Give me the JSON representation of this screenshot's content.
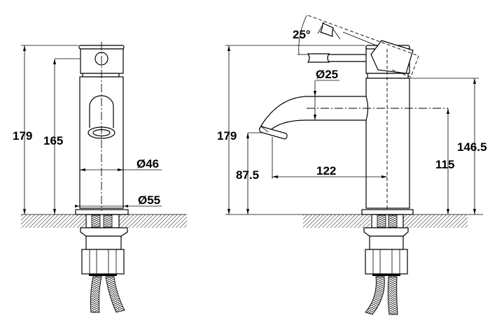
{
  "front_view": {
    "dim_total_height": "179",
    "dim_handle_height": "165",
    "dim_body_diameter": "Ø46",
    "dim_base_diameter": "Ø55"
  },
  "side_view": {
    "dim_total_height": "179",
    "dim_spout_outlet_height": "87.5",
    "dim_spout_diameter": "Ø25",
    "dim_spout_reach": "122",
    "dim_spout_axis_height": "115",
    "dim_body_height": "146.5",
    "dim_handle_angle": "25°"
  },
  "colors": {
    "line": "#000000",
    "background": "#ffffff"
  }
}
